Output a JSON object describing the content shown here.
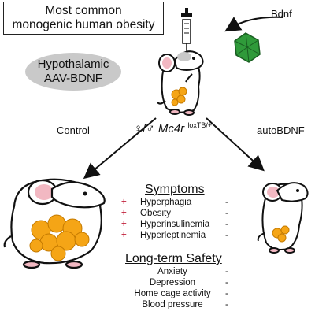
{
  "title": {
    "line1": "Most common",
    "line2": "monogenic human obesity"
  },
  "treatment_label": {
    "line1": "Hypothalamic",
    "line2": "AAV-BDNF"
  },
  "bdnf_label": "Bdnf",
  "genotype": {
    "sex": "♀/♂",
    "gene": "Mc4r",
    "allele": "loxTB/+"
  },
  "branch_left": "Control",
  "branch_right": "autoBDNF",
  "symptoms": {
    "heading": "Symptoms",
    "control_marker": "+",
    "treated_marker": "-",
    "items": [
      "Hyperphagia",
      "Obesity",
      "Hyperinsulinemia",
      "Hyperleptinemia"
    ]
  },
  "safety": {
    "heading": "Long-term Safety",
    "treated_marker": "-",
    "items": [
      "Anxiety",
      "Depression",
      "Home cage activity",
      "Blood pressure"
    ]
  },
  "colors": {
    "plus": "#c0203a",
    "virus": "#2f9a3a",
    "fat": "#f5a516",
    "ear": "#f2b8c2",
    "pill": "#c9c9c9"
  }
}
